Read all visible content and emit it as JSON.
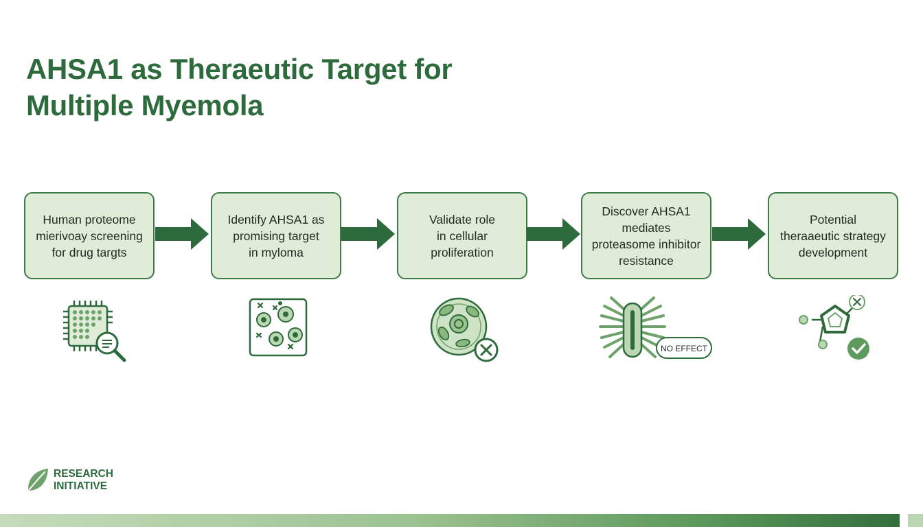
{
  "title": "AHSA1 as Theraeutic Target for\nMultiple Myemola",
  "steps": [
    {
      "text": "Human proteome\nmierivoay screening\nfor drug targts",
      "icon": "microarray-search-icon"
    },
    {
      "text": "Identify AHSA1 as\npromising target\nin myloma",
      "icon": "myeloma-cells-icon"
    },
    {
      "text": "Validate role\nin cellular\nproliferation",
      "icon": "cell-inhibited-icon"
    },
    {
      "text": "Discover AHSA1\nmediates\nproteasome inhibitor\nresistance",
      "icon": "resistant-cell-icon"
    },
    {
      "text": "Potential\ntheraaeutic strategy\ndevelopment",
      "icon": "molecule-check-icon"
    }
  ],
  "badge": "NO EFFECT",
  "logo": {
    "text": "RESEARCH\nINITIATIVE",
    "icon": "leaf-icon"
  },
  "colors": {
    "primary": "#2e6b3c",
    "box_fill": "#dfecd8",
    "box_stroke": "#3d7a48",
    "icon_fill": "#bcd8b2"
  }
}
